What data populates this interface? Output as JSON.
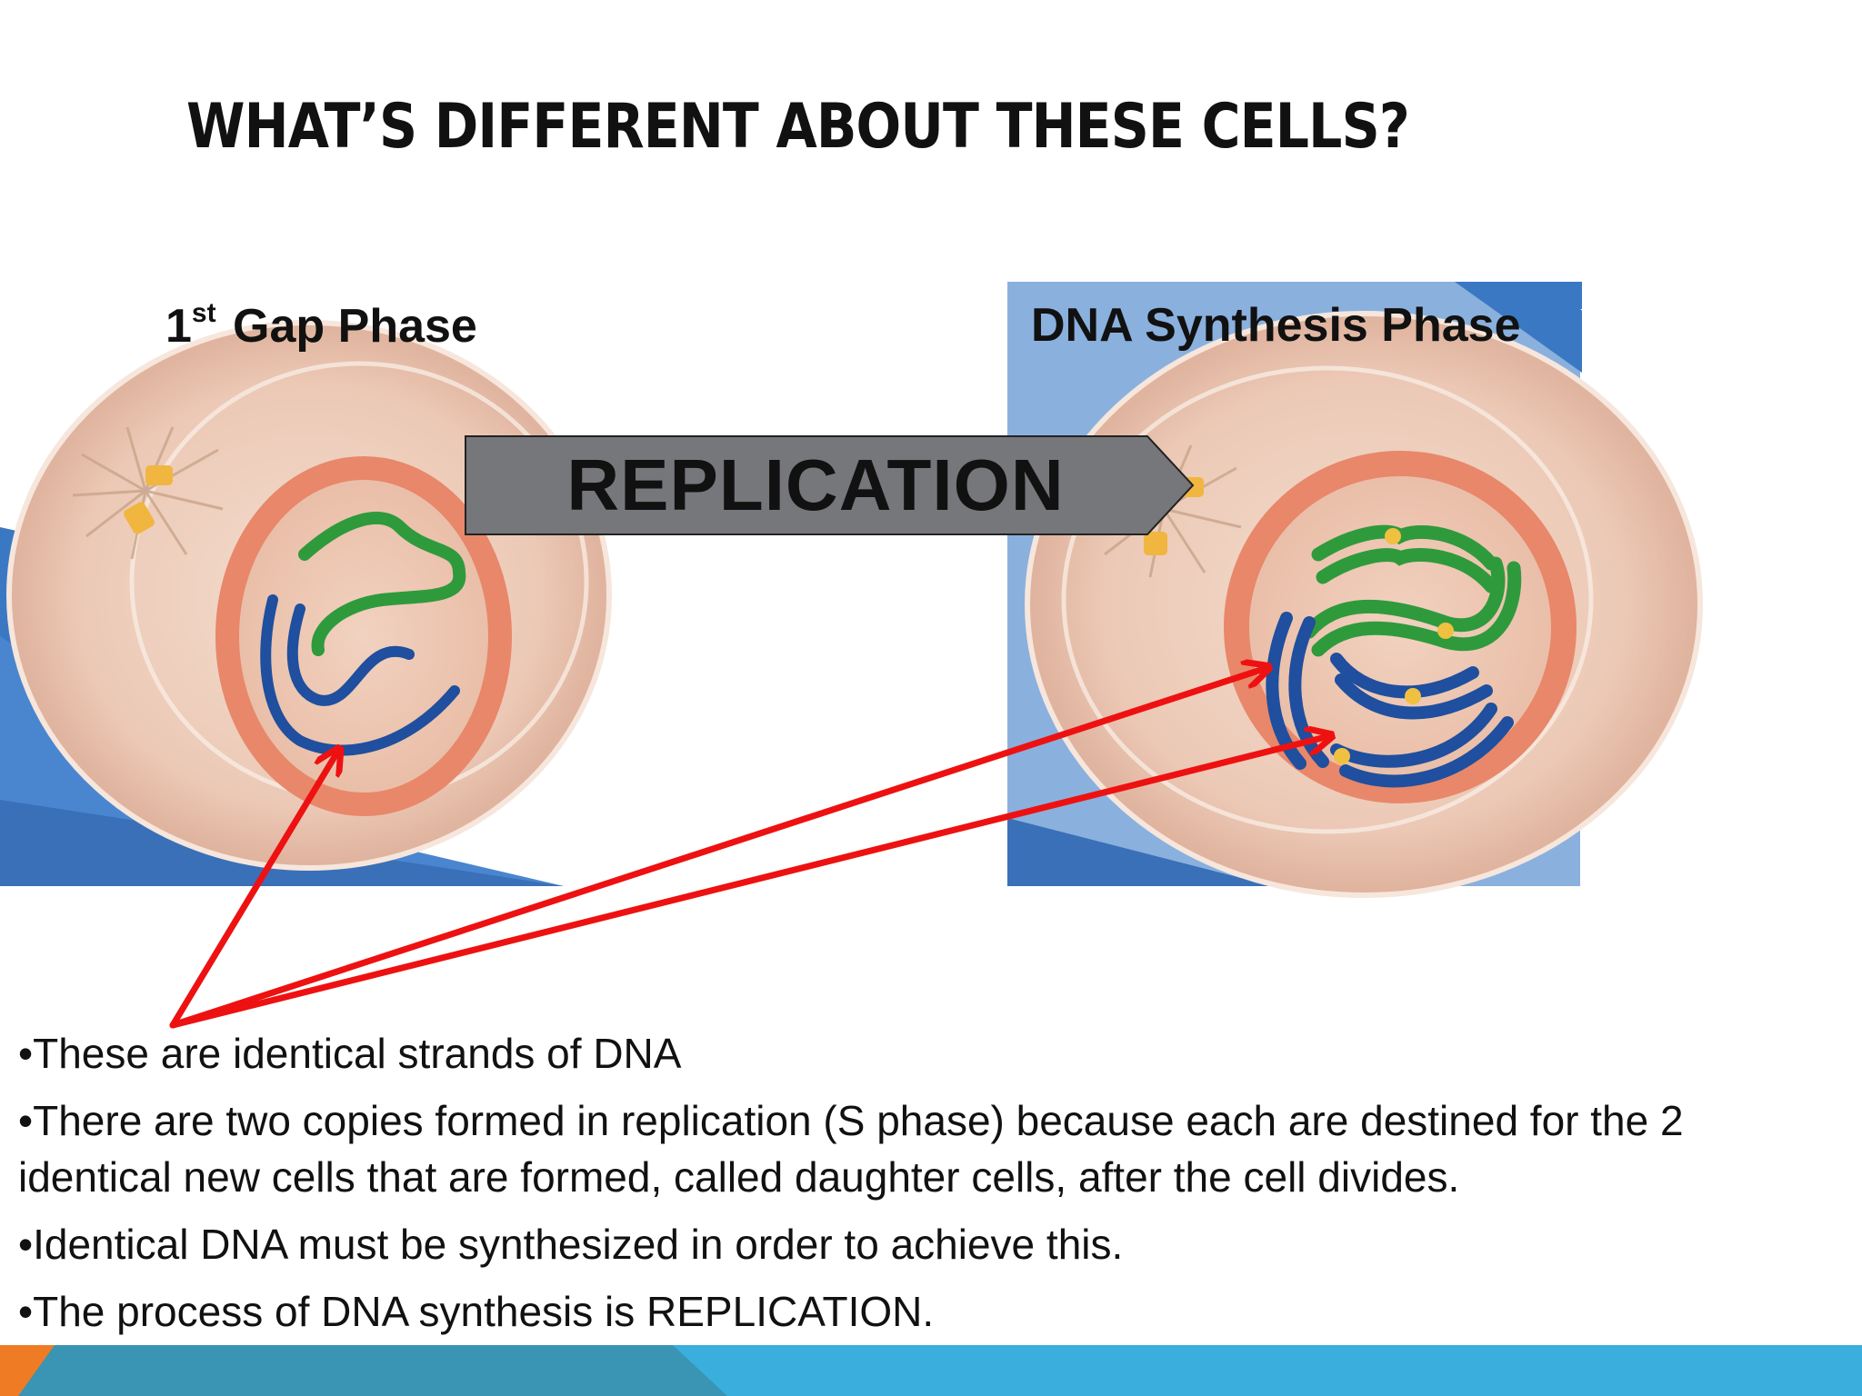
{
  "slide": {
    "title": "WHAT’S DIFFERENT ABOUT THESE CELLS?"
  },
  "left_panel": {
    "label_number": "1",
    "label_superscript": "st",
    "label_text": " Gap Phase"
  },
  "right_panel": {
    "label": "DNA Synthesis Phase"
  },
  "process_arrow": {
    "label": "REPLICATION"
  },
  "bullets": [
    "•These are identical strands of DNA",
    "•There are two copies formed in replication (S phase) because each are destined for the 2 identical new cells that are formed, called daughter cells, after the cell divides.",
    "•Identical DNA must be synthesized in order to achieve this.",
    "•The process of DNA synthesis is REPLICATION."
  ],
  "colors": {
    "annotation_arrow": "#ee1111",
    "process_arrow_fill": "#76777b",
    "dna_green": "#2f9a3c",
    "dna_blue": "#1f4f9e",
    "nucleus_envelope": "#e8876a",
    "cytoplasm": "#efcdbb",
    "background_blue": "#3a78c4",
    "band_blue": "#3aaedc",
    "band_orange": "#f07b25"
  }
}
